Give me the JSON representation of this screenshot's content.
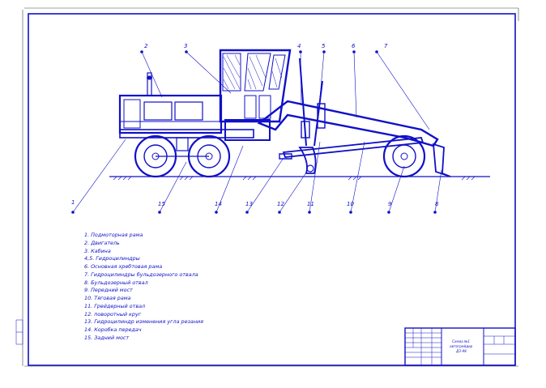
{
  "callouts": [
    {
      "n": "1"
    },
    {
      "n": "2"
    },
    {
      "n": "3"
    },
    {
      "n": "4"
    },
    {
      "n": "5"
    },
    {
      "n": "6"
    },
    {
      "n": "7"
    },
    {
      "n": "8"
    },
    {
      "n": "9"
    },
    {
      "n": "10"
    },
    {
      "n": "11"
    },
    {
      "n": "12"
    },
    {
      "n": "13"
    },
    {
      "n": "14"
    },
    {
      "n": "15"
    }
  ],
  "legend": [
    "1. Подмоторная рама",
    "2. Двигатель",
    "3. Кабина",
    "4,5. Гидроцилиндры",
    "6. Основная хребтовая рама",
    "7. Гидроцилиндры бульдозерного отвала",
    "8. Бульдозерный отвал",
    "9. Передний мост",
    "10. Тяговая рама",
    "11. Грейдерный отвал",
    "12. поворотный круг",
    "13. Гидроцилиндр изменения угла резания",
    "14. Коробка передач",
    "15. Задний мост"
  ],
  "title_block": {
    "line1": "Схема №1",
    "line2": "автогрейдер",
    "line3": "ДЗ-98"
  },
  "colors": {
    "line": "#1010c8",
    "paper": "#ffffff"
  }
}
